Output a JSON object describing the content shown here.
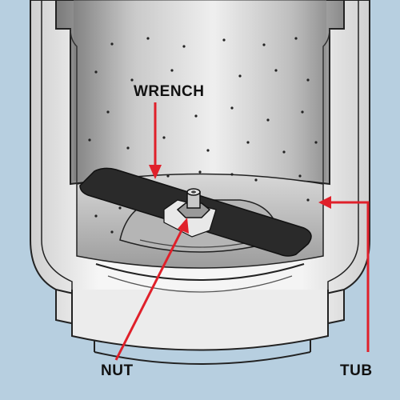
{
  "labels": {
    "wrench": "WRENCH",
    "nut": "NUT",
    "tub": "TUB"
  },
  "colors": {
    "background": "#b7cfe0",
    "arrow": "#e0202a",
    "outline": "#222222",
    "tub": "#f2f2f2",
    "wrench": "#2a2a2a"
  }
}
